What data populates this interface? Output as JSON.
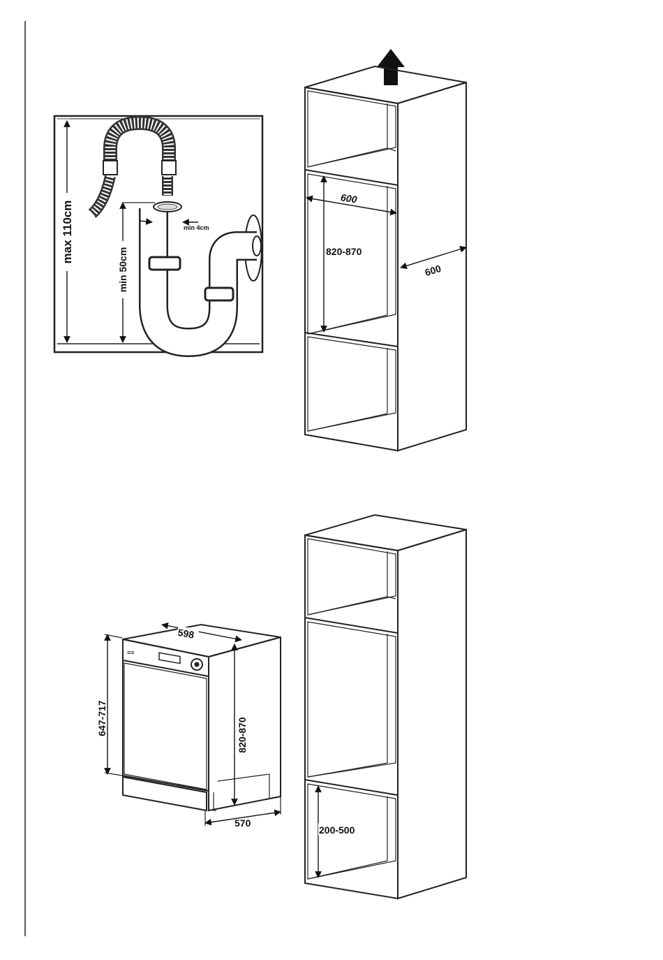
{
  "drain_figure": {
    "max_height": "max 110cm",
    "min_height": "min 50cm",
    "min_gap": "min 4cm"
  },
  "upper_cabinet": {
    "width": "600",
    "depth": "600",
    "height": "820-870"
  },
  "dishwasher": {
    "width": "598",
    "depth": "570",
    "height": "820-870",
    "door_height": "647-717"
  },
  "lower_cabinet": {
    "plinth_height": "200-500"
  }
}
